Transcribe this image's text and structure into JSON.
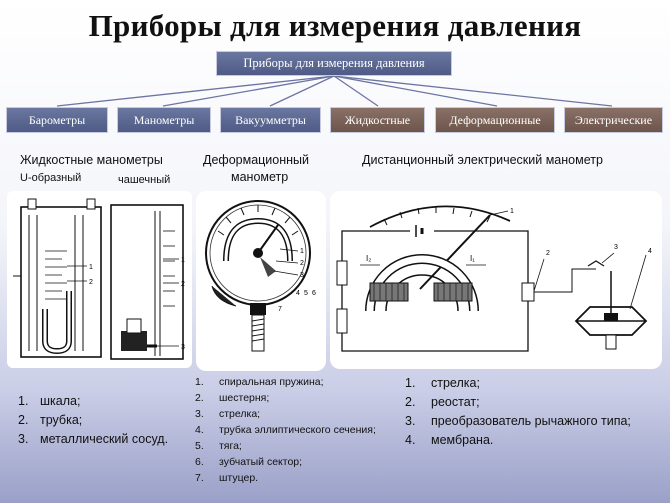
{
  "title": "Приборы для измерения давления",
  "root_box": "Приборы для измерения давления",
  "categories": [
    {
      "label": "Барометры",
      "color": "blue"
    },
    {
      "label": "Манометры",
      "color": "blue"
    },
    {
      "label": "Вакуумметры",
      "color": "blue"
    },
    {
      "label": "Жидкостные",
      "color": "brown"
    },
    {
      "label": "Деформационные",
      "color": "brown"
    },
    {
      "label": "Электрические",
      "color": "brown"
    }
  ],
  "captions": {
    "liquid": "Жидкостные манометры",
    "u_type": "U-образный",
    "cup_type": "чашечный",
    "deform_line1": "Деформационный",
    "deform_line2": "манометр",
    "electric": "Дистанционный электрический манометр"
  },
  "diagram_labels": {
    "u_tube": [
      "1",
      "2"
    ],
    "cup": [
      "1",
      "2",
      "3"
    ],
    "gauge": [
      "1",
      "2",
      "3",
      "4",
      "5",
      "6",
      "7"
    ],
    "electric": [
      "1",
      "2",
      "3",
      "4"
    ],
    "current1": "I₂",
    "current2": "I₁"
  },
  "lists": {
    "liquid": [
      "шкала;",
      "трубка;",
      "металлический сосуд."
    ],
    "deform": [
      "спиральная пружина;",
      "шестерня;",
      "стрелка;",
      "трубка эллиптического сечения;",
      "тяга;",
      "зубчатый сектор;",
      "штуцер."
    ],
    "electric": [
      "стрелка;",
      "реостат;",
      "преобразователь рычажного типа;",
      "мембрана."
    ]
  }
}
